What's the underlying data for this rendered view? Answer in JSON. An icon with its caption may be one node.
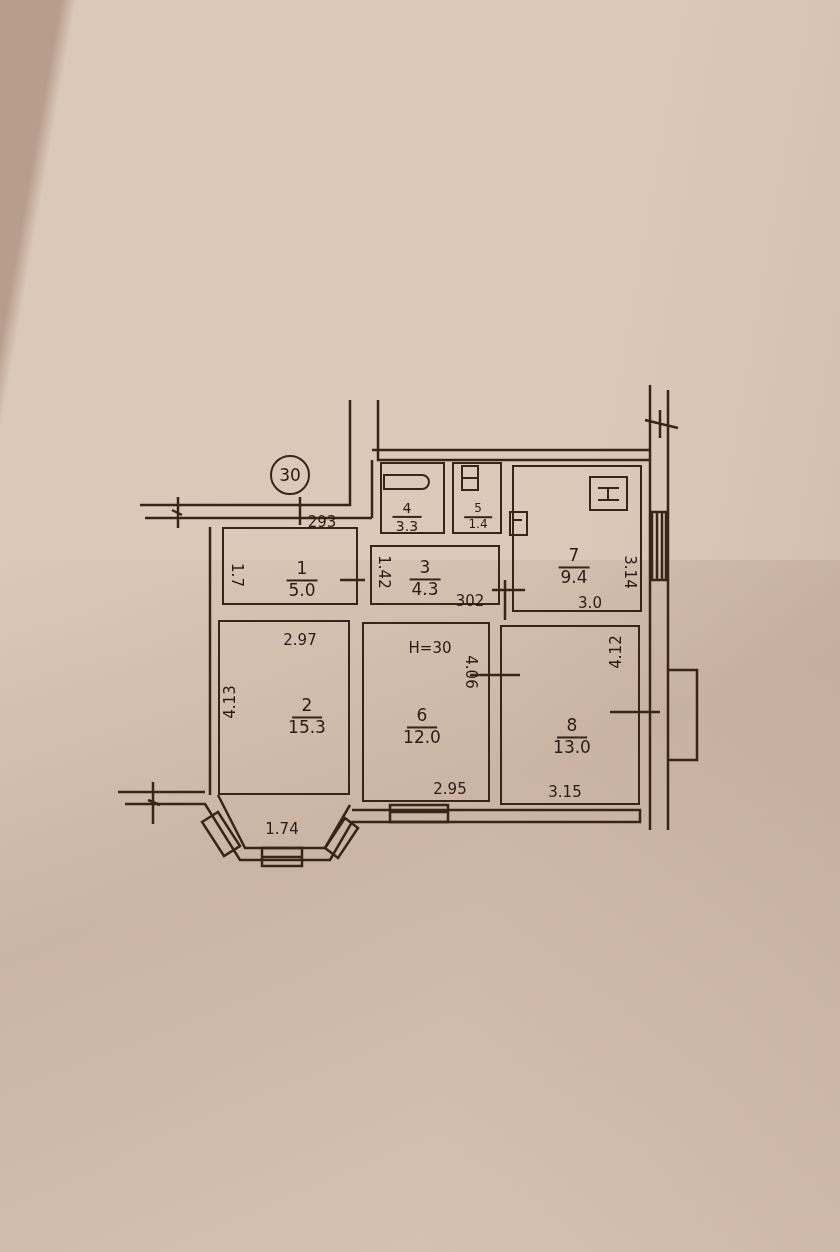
{
  "diagram": {
    "nodes": [
      {
        "text": [
          "30"
        ]
      },
      {
        "text": [
          "1",
          "5.0"
        ]
      },
      {
        "text": [
          "4",
          "3.3"
        ]
      },
      {
        "text": [
          "5",
          "1.4"
        ]
      },
      {
        "text": [
          "3",
          "4.3"
        ]
      },
      {
        "text": [
          "7",
          "9.4"
        ]
      },
      {
        "text": [
          "2",
          "15.3"
        ]
      },
      {
        "text": [
          "6",
          "12.0"
        ]
      },
      {
        "text": [
          "8",
          "13.0"
        ]
      }
    ],
    "edges": [],
    "labels": [
      "293",
      "1.7",
      "1.42",
      "302",
      "3.14",
      "3.0",
      "2.97",
      "H=30",
      "4.06",
      "4.12",
      "4.13",
      "2.95",
      "3.15",
      "1.74"
    ]
  }
}
